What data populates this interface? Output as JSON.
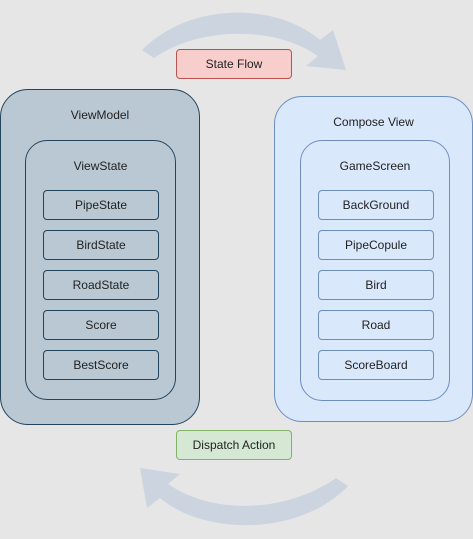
{
  "colors": {
    "background": "#e6e6e6",
    "viewmodel_fill": "#bac8d3",
    "viewmodel_stroke": "#23445d",
    "compose_fill": "#dae8fc",
    "compose_stroke": "#6c8ebf",
    "state_flow_fill": "#f8cecc",
    "dispatch_fill": "#d5e8d4",
    "arrow": "#c5d0dd"
  },
  "flows": {
    "state_flow": "State Flow",
    "dispatch_action": "Dispatch Action"
  },
  "viewmodel": {
    "title": "ViewModel",
    "state": {
      "title": "ViewState",
      "items": [
        "PipeState",
        "BirdState",
        "RoadState",
        "Score",
        "BestScore"
      ]
    }
  },
  "compose_view": {
    "title": "Compose View",
    "screen": {
      "title": "GameScreen",
      "items": [
        "BackGround",
        "PipeCopule",
        "Bird",
        "Road",
        "ScoreBoard"
      ]
    }
  }
}
